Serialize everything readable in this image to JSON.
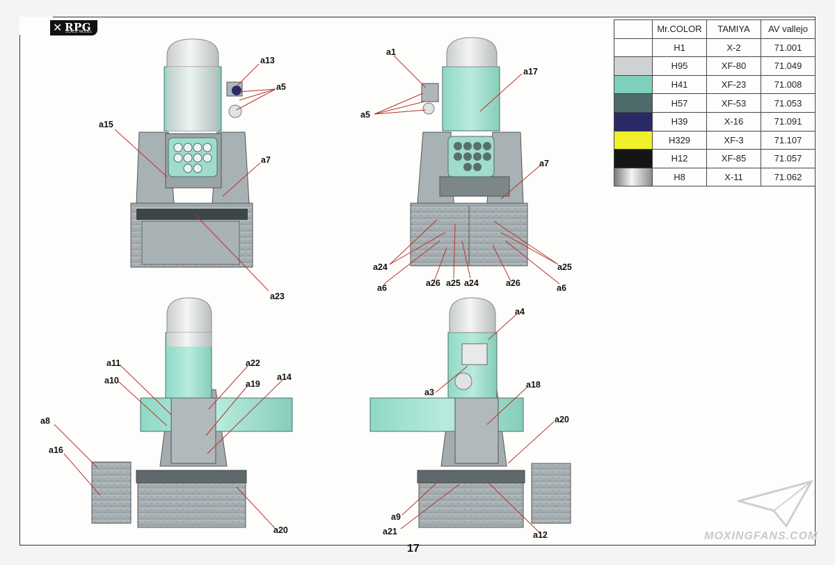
{
  "logo": {
    "brand": "RPG",
    "sub": "SCALE MODEL"
  },
  "paint_table": {
    "headers": [
      "",
      "Mr.COLOR",
      "TAMIYA",
      "AV vallejo"
    ],
    "rows": [
      {
        "swatch": "#ffffff",
        "mr": "H1",
        "tamiya": "X-2",
        "av": "71.001"
      },
      {
        "swatch": "#cfd2d3",
        "mr": "H95",
        "tamiya": "XF-80",
        "av": "71.049"
      },
      {
        "swatch": "#7fd1bd",
        "mr": "H41",
        "tamiya": "XF-23",
        "av": "71.008"
      },
      {
        "swatch": "#4f6b6b",
        "mr": "H57",
        "tamiya": "XF-53",
        "av": "71.053"
      },
      {
        "swatch": "#2a2a66",
        "mr": "H39",
        "tamiya": "X-16",
        "av": "71.091"
      },
      {
        "swatch": "#eef02a",
        "mr": "H329",
        "tamiya": "XF-3",
        "av": "71.107"
      },
      {
        "swatch": "#151515",
        "mr": "H12",
        "tamiya": "XF-85",
        "av": "71.057"
      },
      {
        "swatch": "#bdbdbd",
        "mr": "H8",
        "tamiya": "X-11",
        "av": "71.062"
      }
    ]
  },
  "labels": {
    "a13": "a13",
    "a5": "a5",
    "a15": "a15",
    "a7": "a7",
    "a23": "a23",
    "a1": "a1",
    "a17": "a17",
    "a5b": "a5",
    "a7b": "a7",
    "a24": "a24",
    "a6": "a6",
    "a26": "a26",
    "a25": "a25",
    "a24b": "a24",
    "a26b": "a26",
    "a25b": "a25",
    "a6b": "a6",
    "a11": "a11",
    "a10": "a10",
    "a22": "a22",
    "a19": "a19",
    "a14": "a14",
    "a8": "a8",
    "a16": "a16",
    "a20": "a20",
    "a4": "a4",
    "a3": "a3",
    "a18": "a18",
    "a20b": "a20",
    "a9": "a9",
    "a21": "a21",
    "a12": "a12"
  },
  "page_number": "17",
  "watermark": "MOXINGFANS.COM"
}
